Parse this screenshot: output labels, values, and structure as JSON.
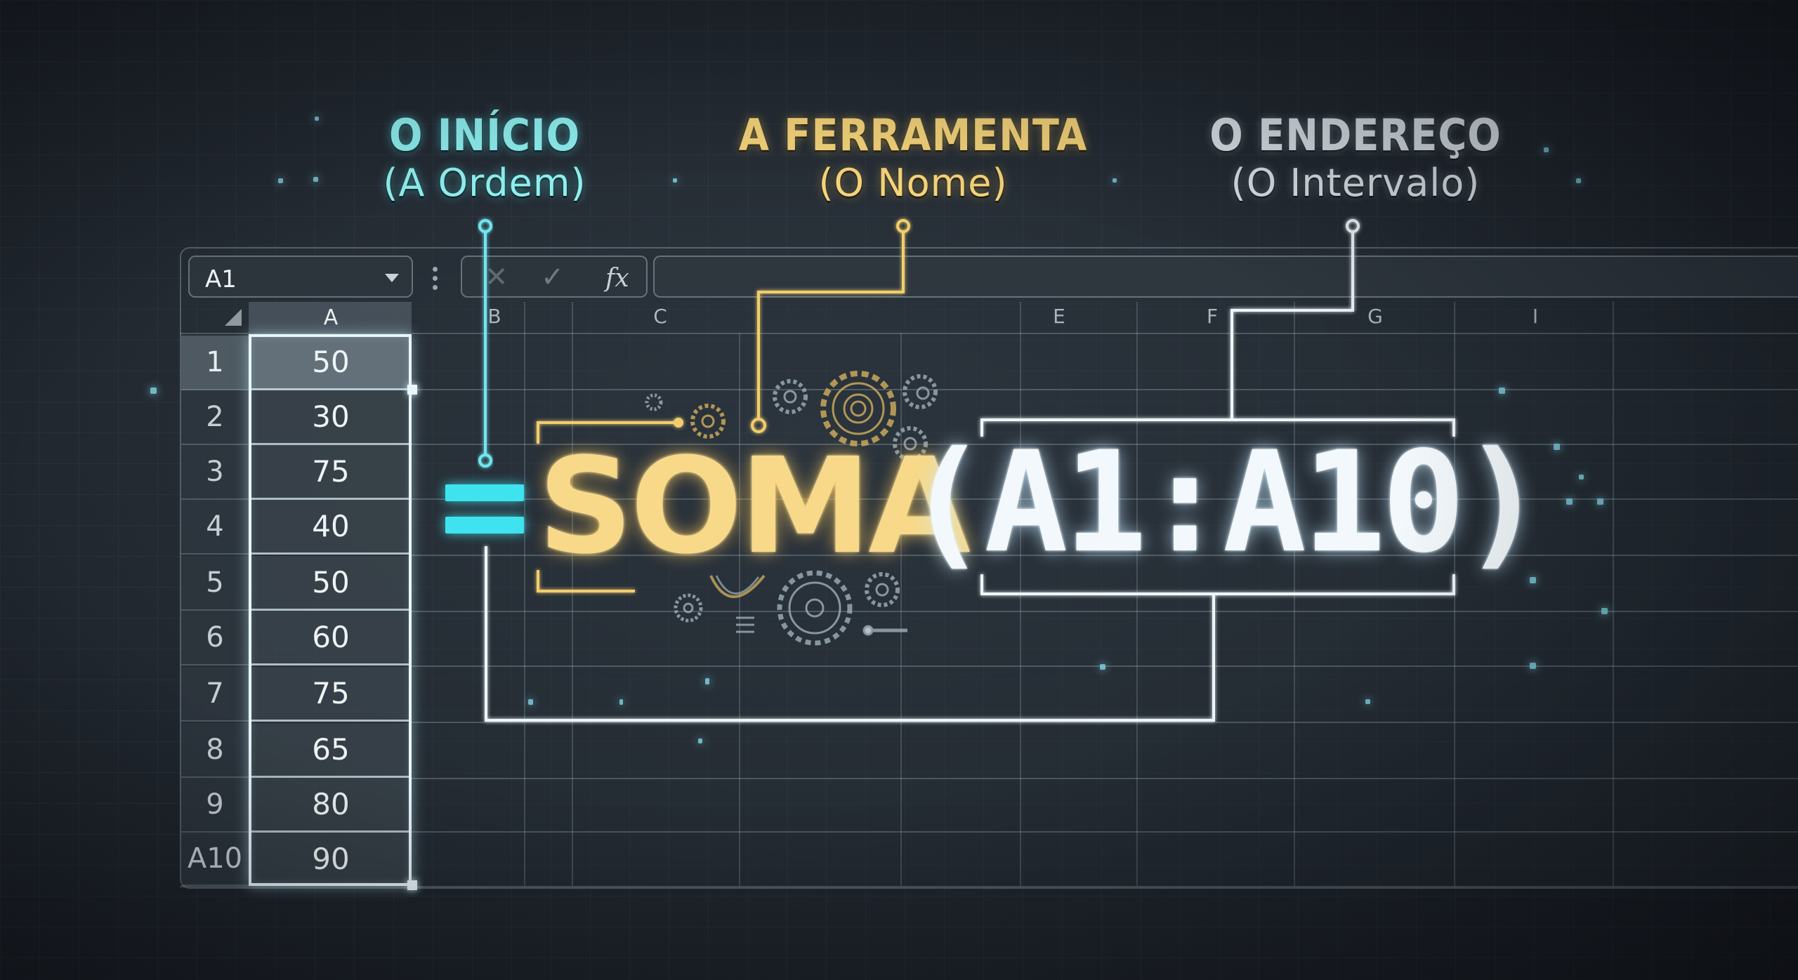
{
  "labels": {
    "start": {
      "title": "O INÍCIO",
      "sub": "(A Ordem)",
      "color": "#8ff0f0"
    },
    "tool": {
      "title": "A FERRAMENTA",
      "sub": "(O Nome)",
      "color": "#f5d47a"
    },
    "address": {
      "title": "O ENDEREÇO",
      "sub": "(O Intervalo)",
      "color": "#dfe8ee"
    }
  },
  "toolbar": {
    "name_box": "A1",
    "cancel_icon": "✕",
    "enter_icon": "✓",
    "fx_label": "fx",
    "formula_bar_value": ""
  },
  "grid": {
    "corner": "select-all",
    "columns": [
      "A",
      "B",
      "C",
      "E",
      "F",
      "G",
      "I"
    ],
    "rows": [
      {
        "header": "1",
        "value": "50"
      },
      {
        "header": "2",
        "value": "30"
      },
      {
        "header": "3",
        "value": "75"
      },
      {
        "header": "4",
        "value": "40"
      },
      {
        "header": "5",
        "value": "50"
      },
      {
        "header": "6",
        "value": "60"
      },
      {
        "header": "7",
        "value": "75"
      },
      {
        "header": "8",
        "value": "65"
      },
      {
        "header": "9",
        "value": "80"
      },
      {
        "header": "A10",
        "value": "90"
      }
    ]
  },
  "formula": {
    "equals": "=",
    "function": "SOMA",
    "arguments": "(A1:A10)",
    "colors": {
      "equals": "#3fe3ef",
      "function": "#f7d989",
      "arguments": "#f2f8fb"
    }
  }
}
